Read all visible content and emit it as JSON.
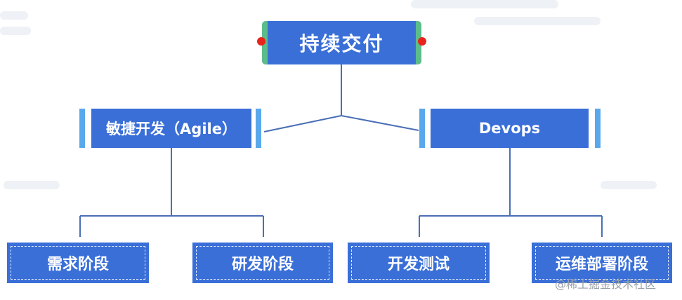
{
  "diagram": {
    "root": {
      "label": "持续交付"
    },
    "branches": [
      {
        "label": "敏捷开发（Agile）",
        "children": [
          {
            "label": "需求阶段"
          },
          {
            "label": "研发阶段"
          }
        ]
      },
      {
        "label": "Devops",
        "children": [
          {
            "label": "开发测试"
          },
          {
            "label": "运维部署阶段"
          }
        ]
      }
    ]
  },
  "watermark": {
    "text": "@稀土掘金技术社区"
  },
  "colors": {
    "node_fill": "#3a6fd8",
    "root_side_accent": "#5cbc8a",
    "root_dots": "#e8231c",
    "branch_side_accent": "#5aa8ec",
    "connector": "#4a6fb6"
  }
}
